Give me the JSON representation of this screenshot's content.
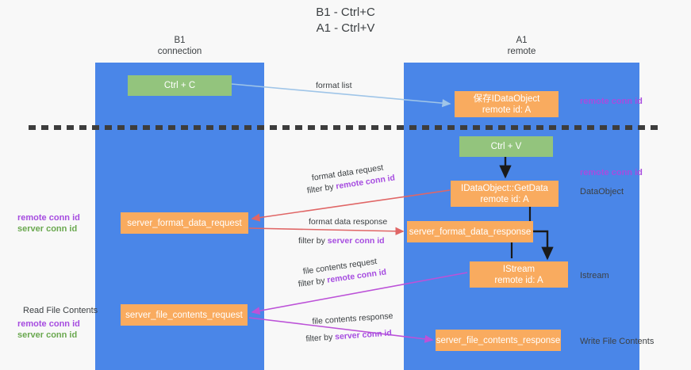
{
  "title": {
    "line1": "B1 - Ctrl+C",
    "line2": "A1 - Ctrl+V"
  },
  "columns": [
    {
      "id": "b1",
      "name": "B1",
      "role": "connection"
    },
    {
      "id": "a1",
      "name": "A1",
      "role": "remote"
    }
  ],
  "boxes": {
    "ctrl_c": {
      "label": "Ctrl + C",
      "color": "#93c47d"
    },
    "idataobject": {
      "line1": "保存IDataObject",
      "line2": "remote id: A",
      "color": "#f9ab5f"
    },
    "ctrl_v": {
      "label": "Ctrl + V",
      "color": "#93c47d"
    },
    "getdata": {
      "line1": "IDataObject::GetData",
      "line2": "remote id: A",
      "color": "#f9ab5f"
    },
    "server_format_data_request": {
      "label": "server_format_data_request",
      "color": "#f9ab5f"
    },
    "server_format_data_response": {
      "label": "server_format_data_response",
      "color": "#f9ab5f"
    },
    "istream": {
      "line1": "IStream",
      "line2": "remote id: A",
      "color": "#f9ab5f"
    },
    "server_file_contents_request": {
      "label": "server_file_contents_request",
      "color": "#f9ab5f"
    },
    "server_file_contents_response": {
      "label": "server_file_contents_response",
      "color": "#f9ab5f"
    }
  },
  "edges": {
    "format_list": {
      "label": "format list",
      "color": "#9fc5e8"
    },
    "format_data_request": {
      "label": "format data request",
      "filter_prefix": "filter by ",
      "filter_key": "remote conn id",
      "color": "#e06666"
    },
    "format_data_response": {
      "label": "format data response",
      "filter_prefix": "filter by ",
      "filter_key": "server conn id",
      "color": "#e06666"
    },
    "file_contents_request": {
      "label": "file contents request",
      "filter_prefix": "filter by ",
      "filter_key": "remote conn id",
      "color": "#bc52d8"
    },
    "file_contents_response": {
      "label": "file contents response",
      "filter_prefix": "filter by ",
      "filter_key": "server conn id",
      "color": "#bc52d8"
    }
  },
  "annotations": {
    "right_top": "remote conn id",
    "right_getdata": "remote conn id",
    "right_dataobject": "DataObject",
    "right_istream": "Istream",
    "right_write": "Write File Contents",
    "left_mid_remote": "remote conn id",
    "left_mid_server": "server conn id",
    "left_read": "Read File Contents",
    "left_bottom_remote": "remote conn id",
    "left_bottom_server": "server conn id"
  },
  "colors": {
    "lane": "#4a86e8",
    "green_box": "#93c47d",
    "orange_box": "#f9ab5f",
    "purple_text": "#a64ce0",
    "green_text": "#6aa84f",
    "red_arrow": "#e06666",
    "blue_arrow": "#9fc5e8",
    "purple_arrow": "#bc52d8",
    "divider": "#3d3d3d",
    "background": "#f8f8f8"
  }
}
